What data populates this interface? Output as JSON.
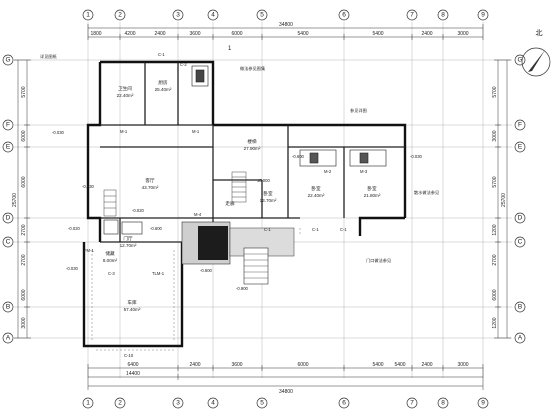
{
  "axes": {
    "top": [
      "1",
      "2",
      "3",
      "4",
      "5",
      "6",
      "7",
      "8",
      "9"
    ],
    "bottom": [
      "1",
      "2",
      "3",
      "4",
      "5",
      "6",
      "7",
      "8",
      "9"
    ],
    "left": [
      "G",
      "F",
      "E",
      "D",
      "C",
      "B",
      "A"
    ],
    "right": [
      "G",
      "F",
      "E",
      "D",
      "C",
      "B",
      "A"
    ]
  },
  "dimensions": {
    "top_total": "34800",
    "top_spans": [
      "1800",
      "4200",
      "2400",
      "3600",
      "6000",
      "5400",
      "5400",
      "2400",
      "3000"
    ],
    "bottom_total": "34800",
    "bottom_spans": [
      "6400",
      "2400",
      "3600",
      "6000",
      "5400",
      "5400",
      "2400",
      "3000"
    ],
    "bottom_sub": "14400",
    "left_spans": [
      "5700",
      "6000",
      "6000",
      "2700",
      "2700",
      "6000",
      "3000"
    ],
    "left_total": "25700",
    "right_spans": [
      "5700",
      "3000",
      "5700",
      "1200",
      "2700",
      "6000",
      "1200"
    ],
    "right_total": "25700"
  },
  "rooms": [
    {
      "name": "卫生间",
      "area": "22.40m²"
    },
    {
      "name": "厨房",
      "area": "25.40m²"
    },
    {
      "name": "客厅",
      "area": "43.70m²"
    },
    {
      "name": "楼梯",
      "area": "27.90m²"
    },
    {
      "name": "卧室",
      "area": "13.70m²"
    },
    {
      "name": "卧室",
      "area": "22.40m²"
    },
    {
      "name": "卧室",
      "area": "21.80m²"
    },
    {
      "name": "门厅",
      "area": "12.70m²"
    },
    {
      "name": "储藏",
      "area": "8.00m²"
    },
    {
      "name": "车库",
      "area": "57.40m²"
    },
    {
      "name": "走廊",
      "area": ""
    }
  ],
  "level_marks": [
    "-0.030",
    "-0.030",
    "-0.030",
    "±0.000",
    "-0.600",
    "-0.020",
    "-0.600",
    "-0.020",
    "-0.600",
    "-0.900",
    "-0.030"
  ],
  "window_tags": [
    "C-1",
    "C-2",
    "M-1",
    "M-1",
    "M-2",
    "M-3",
    "FM-1",
    "C-1",
    "C-1",
    "C-1",
    "C-3",
    "TLM-1",
    "M-4",
    "C-10"
  ],
  "notes": [
    "详见图纸",
    "做法参见图集",
    "参见详图",
    "散水做法参见",
    "门口做法参见"
  ],
  "north_label": "北",
  "section_mark": "1"
}
